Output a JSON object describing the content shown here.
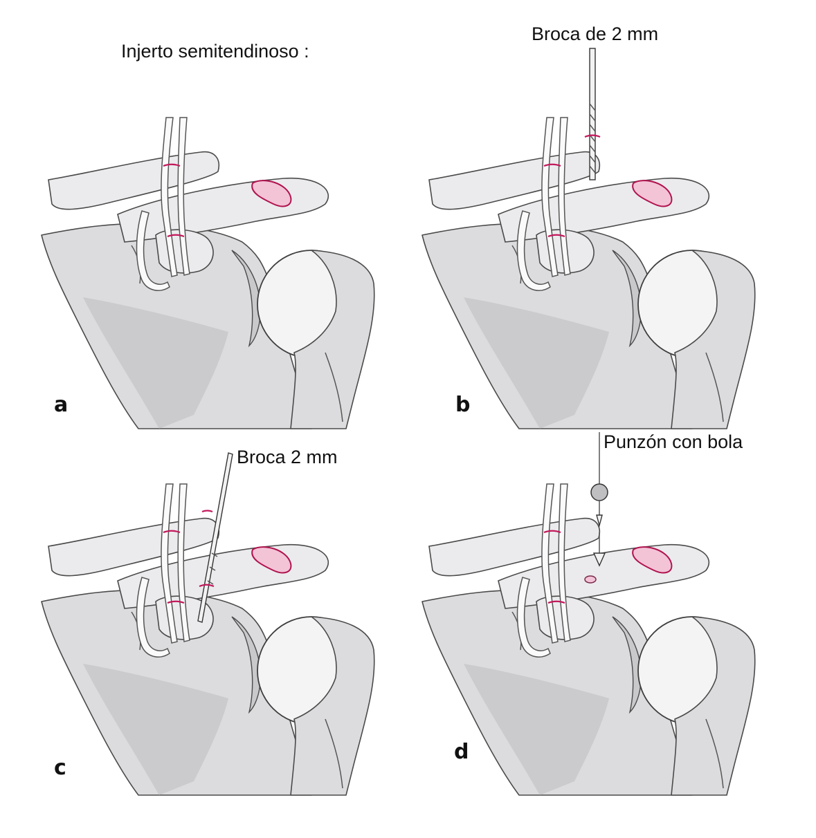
{
  "figure": {
    "panels": [
      {
        "id": "a",
        "letter": "a",
        "callout": "Injerto semitendinoso :"
      },
      {
        "id": "b",
        "letter": "b",
        "callout": "Broca de 2 mm"
      },
      {
        "id": "c",
        "letter": "c",
        "callout": "Broca 2 mm"
      },
      {
        "id": "d",
        "letter": "d",
        "callout": "Punzón con bola"
      }
    ],
    "colors": {
      "bone": "#dcdcde",
      "humeral_head": "#f4f4f5",
      "graft": "#fafafa",
      "tunnel_highlight": "#c2185b",
      "outline": "#4a4a4a"
    }
  }
}
